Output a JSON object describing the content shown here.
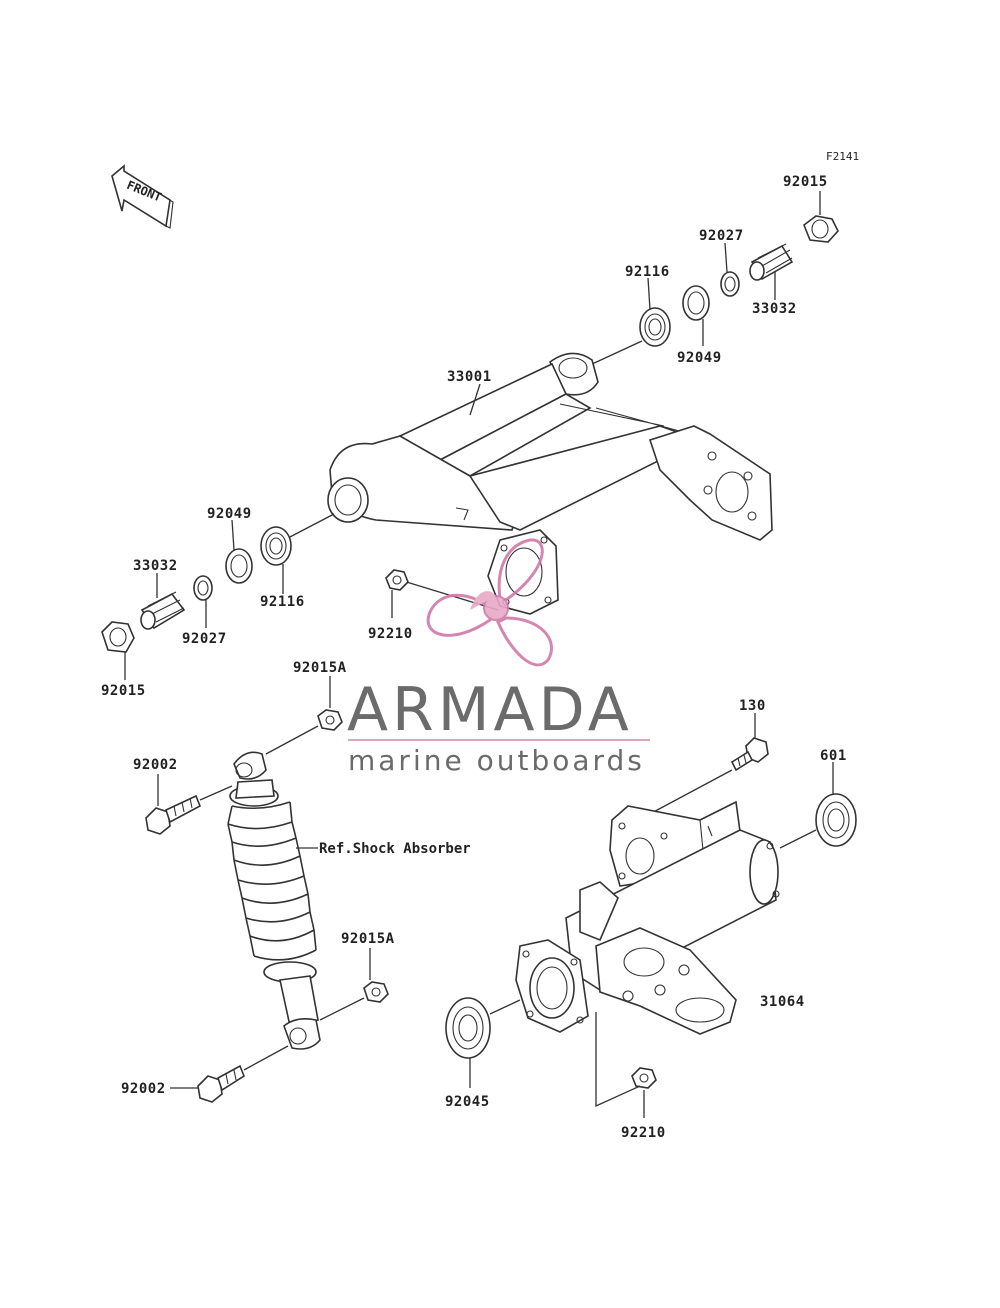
{
  "figure_code": "F2141",
  "front_label": "FRONT",
  "ref_label": "Ref.Shock Absorber",
  "parts": {
    "p92015_top": "92015",
    "p92027_top": "92027",
    "p92116_top": "92116",
    "p33032_top": "33032",
    "p92049_top": "92049",
    "p33001": "33001",
    "p92049_left": "92049",
    "p33032_left": "33032",
    "p92116_left": "92116",
    "p92027_left": "92027",
    "p92210_mid": "92210",
    "p92015_left": "92015",
    "p92015A_top": "92015A",
    "p92002_top": "92002",
    "p92015A_bottom": "92015A",
    "p92002_bottom": "92002",
    "p130": "130",
    "p601": "601",
    "p31064": "31064",
    "p92045": "92045",
    "p92210_bottom": "92210"
  },
  "watermark": {
    "title": "ARMADA",
    "subtitle": "marine outboards",
    "text_color": "#6b6b6b",
    "underline_color": "#d9a6c4",
    "propeller_color": "#d07aa8"
  }
}
